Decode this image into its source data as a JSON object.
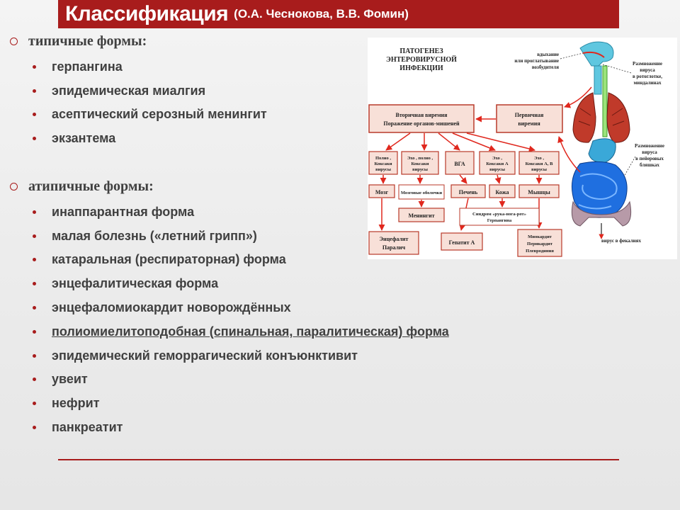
{
  "title": {
    "main": "Классификация",
    "sub": "(О.А. Чеснокова, В.В. Фомин)"
  },
  "typical": {
    "heading": "типичные формы:",
    "items": [
      "герпангина",
      "эпидемическая миалгия",
      "асептический серозный менингит",
      "экзантема"
    ]
  },
  "atypical": {
    "heading": "атипичные формы:",
    "items": [
      "инаппарантная форма",
      "малая болезнь («летний грипп»)",
      "катаральная (респираторная) форма",
      "энцефалитическая форма",
      "энцефаломиокардит новорождённых",
      "полиомиелитоподобная (спинальная, паралитическая) форма",
      "эпидемический геморрагический конъюнктивит",
      "увеит",
      "нефрит",
      "панкреатит"
    ]
  },
  "diagram": {
    "title_lines": [
      "ПАТОГЕНЕЗ",
      "ЭНТЕРОВИРУСНОЙ",
      "ИНФЕКЦИИ"
    ],
    "note_inhale": [
      "вдыхание",
      "или проглатывание",
      "возбудителя"
    ],
    "note_pharynx": [
      "Размножение",
      "вируса",
      "в ротоглотке,",
      "миндалинах"
    ],
    "note_peyer": [
      "Размножение",
      "вируса",
      "в пейеровых",
      "бляшках"
    ],
    "note_feces": "вирус в фекалиях",
    "secondary": [
      "Вторичная виремия",
      "Поражение органов-мишеней"
    ],
    "primary": [
      "Первичная",
      "виремия"
    ],
    "virus_boxes": [
      [
        "Полио ,",
        "Коксаки",
        "вирусы"
      ],
      [
        "Эхо , полио ,",
        "Коксаки",
        "вирусы"
      ],
      [
        "ВГА"
      ],
      [
        "Эхо ,",
        "Коксаки А",
        "вирусы"
      ],
      [
        "Эхо ,",
        "Коксаки А, В",
        "вирусы"
      ]
    ],
    "organs": [
      "Мозг",
      "Мозговые оболочки",
      "Печень",
      "Кожа",
      "Мышцы"
    ],
    "meningitis": "Менингит",
    "syndrome": [
      "Синдром «рука-нога-рот»",
      "Герпангина"
    ],
    "encephalitis": [
      "Энцефалит",
      "Паралич"
    ],
    "hepatitis": "Гепатит А",
    "myocarditis": [
      "Миокардит",
      "Перикардит",
      "Плевродиния"
    ]
  }
}
